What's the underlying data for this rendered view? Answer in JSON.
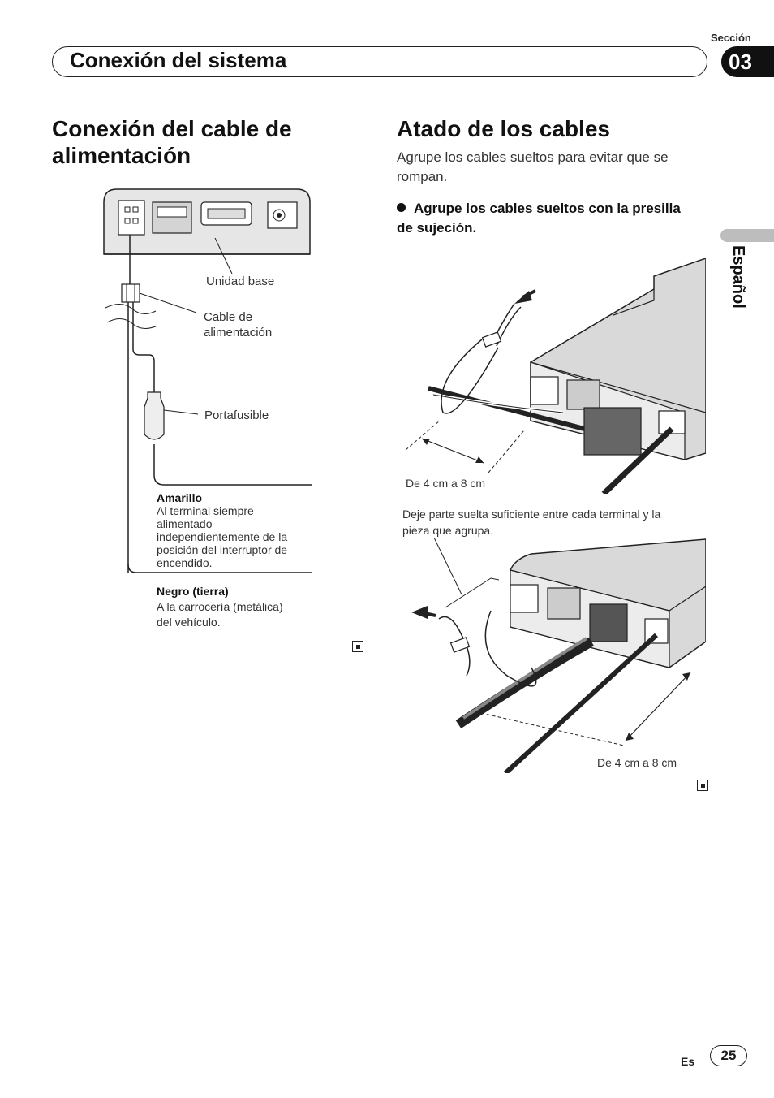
{
  "header": {
    "section_label": "Sección",
    "section_number": "03",
    "title": "Conexión del sistema"
  },
  "side_tab": {
    "language": "Español"
  },
  "left": {
    "heading": "Conexión del cable de alimentación",
    "labels": {
      "base_unit": "Unidad base",
      "power_cable_1": "Cable de",
      "power_cable_2": "alimentación",
      "fuse_holder": "Portafusible"
    },
    "yellow": {
      "title": "Amarillo",
      "description_lines": [
        "Al terminal siempre",
        "alimentado",
        "independientemente de la",
        "posición del interruptor de",
        "encendido."
      ]
    },
    "black": {
      "title": "Negro (tierra)",
      "description_lines": [
        "A la carrocería (metálica)",
        "del vehículo."
      ]
    }
  },
  "right": {
    "heading": "Atado de los cables",
    "intro_lines": [
      "Agrupe los cables sueltos para evitar que se",
      "rompan."
    ],
    "bullet_lines": [
      "Agrupe los cables sueltos con la presilla",
      "de sujeción."
    ],
    "distance_label_1": "De 4 cm a 8 cm",
    "slack_note_lines": [
      "Deje parte suelta suficiente entre cada terminal y la",
      "pieza que agrupa."
    ],
    "distance_label_2": "De 4 cm a 8 cm"
  },
  "footer": {
    "lang_code": "Es",
    "page_number": "25"
  }
}
